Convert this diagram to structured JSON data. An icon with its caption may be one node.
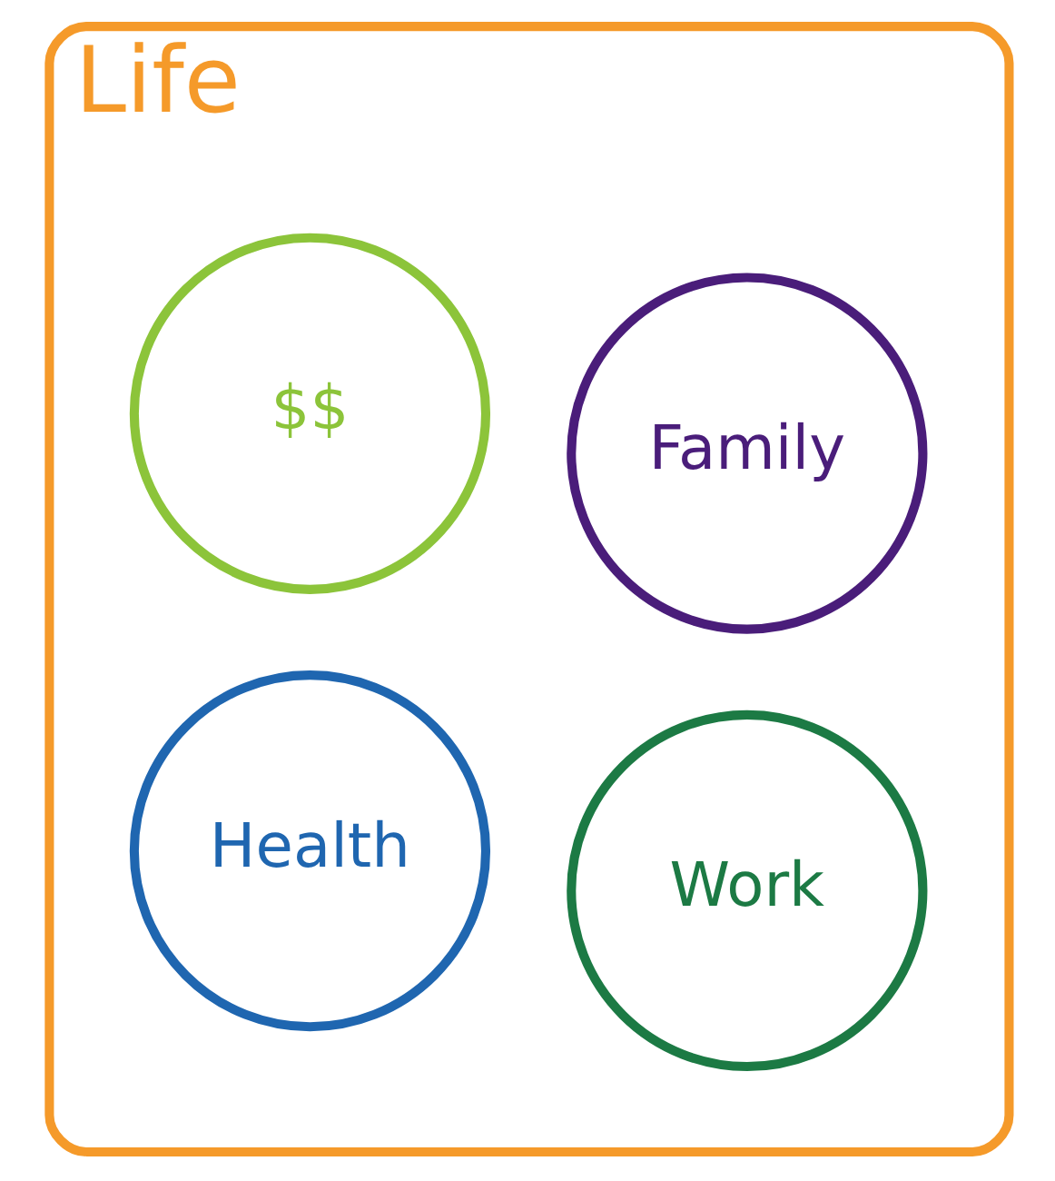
{
  "diagram": {
    "nodes": [
      {
        "text": [
          "Life"
        ]
      },
      {
        "text": [
          "Health"
        ],
        "in": 0
      },
      {
        "text": [
          "Work"
        ],
        "in": 0
      },
      {
        "text": [
          "Family"
        ],
        "in": 0
      },
      {
        "text": [
          "$$"
        ],
        "in": 0
      }
    ]
  }
}
